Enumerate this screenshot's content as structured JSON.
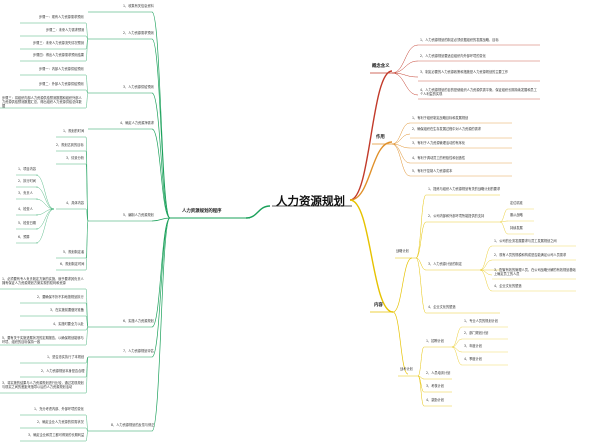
{
  "root": "人力资源规划",
  "colors": {
    "green": "#1aa05a",
    "red": "#c23a2a",
    "orange": "#e0902a",
    "yellow": "#e6c200"
  },
  "branches": {
    "concept": {
      "label": "概念含义",
      "items": [
        "1、人力资源规划的制定必须依据组织的发展战略、目标",
        "2、人力资源规划要适应组织内外部环境的变化",
        "3、制定必要的人力资源政策和措施是人力资源规划的主要工作",
        "4、人力资源规划的目的是使组织人力资源供需平衡，保证组织长期持续发展和员工个人利益的实现"
      ]
    },
    "role": {
      "label": "作用",
      "items": [
        "1、有利于组织制定战略目标和发展规划",
        "2、确保组织在生存发展过程中对人力资源的需求",
        "3、有利于人力资源管理活动的有序化",
        "4、有利于调动员工的积极性和创造性",
        "5、有利于控制人力资源成本"
      ]
    },
    "content": {
      "label": "内容",
      "strategy": {
        "label": "战略计划",
        "items": [
          "1、提炼与组织人力资源规划有关的战略计划的要求",
          "2、公司内部和外部环境所能提供的支持",
          "3、人力资源计划的制定",
          "4、企业文化的塑造"
        ],
        "sub2": [
          "定位精准",
          "服从战略",
          "持续发展"
        ],
        "sub3": [
          "1、公司的业务发展要求与员工发展规划之间",
          "2、现有人员的规模和构成是否能满足公司人员需求",
          "3、配置有效的管理人员，在公司战略分解的有效规划基础上确定员工的人员",
          "4、企业文化的塑造"
        ]
      },
      "tactics": {
        "label": "战术计划",
        "items": [
          "1、招聘计划",
          "2、人员培训计划",
          "3、考核计划",
          "4、激励计划"
        ],
        "sub1": [
          "1、专业人员的规划计划",
          "2、部门规划计划",
          "3、年度计划",
          "4、季度计划"
        ]
      }
    },
    "program": {
      "label": "人力资源规划的程序",
      "steps": [
        {
          "label": "1、收集有关信息资料"
        },
        {
          "label": "2、人力资源需求预测",
          "items": [
            "步骤一：现有人力资源需求预测",
            "步骤二：未来人力需求预测",
            "步骤三：未来人力资源流失情况预测",
            "步骤四：得出人力资源需求预测结果"
          ]
        },
        {
          "label": "3、人力资源供给预测",
          "items": [
            "步骤一：内部人力资源供给预测",
            "步骤二：外部人力资源供给预测",
            "步骤三：将组织内部人力资源供给预测数据和组织外部人力资源供给预测数据汇总，得出组织人力资源供给总体数据"
          ]
        },
        {
          "label": "4、确定人力资源净需求"
        },
        {
          "label": "5、编制人力资源规划",
          "items": [
            "1、规划的时间",
            "2、规划达到的目标",
            "3、情景分析",
            "4、具体内容",
            "5、规划制定者",
            "6、规划制定时间"
          ],
          "sub4": [
            "1、项目内容",
            "2、执行时间",
            "3、负责人",
            "4、检查人",
            "5、检查日期",
            "6、预算"
          ]
        },
        {
          "label": "6、实施人力资源规划",
          "items": [
            "1、必须要有专人负责既定方案的实施，赋予要求其负责人拥有保证人力资源规划方案实现的权利和资源",
            "2、要确保不折不扣地按规划执行",
            "3、在实施前要做好准备",
            "4、实施时要全力以赴",
            "5、要有关于实施进展状况的定期报告，以确保规划能够与环境、组织的目标保持一致"
          ]
        },
        {
          "label": "7、人力资源规划评估",
          "items": [
            "1、是否忠实执行了本规划",
            "2、人力资源规划本身是否合理",
            "3、将实施的结果与人力资源规划进行比较，通过发现规划与现实之间的差距来指导以后的人力资源规划活动"
          ]
        },
        {
          "label": "8、人力资源规划的反馈与修正",
          "items": [
            "1、充分考虑内部、外部环境的变化",
            "2、确定企业人力资源的供需状况",
            "3、确定企业和员工都可得到的长期利益"
          ]
        }
      ]
    }
  }
}
